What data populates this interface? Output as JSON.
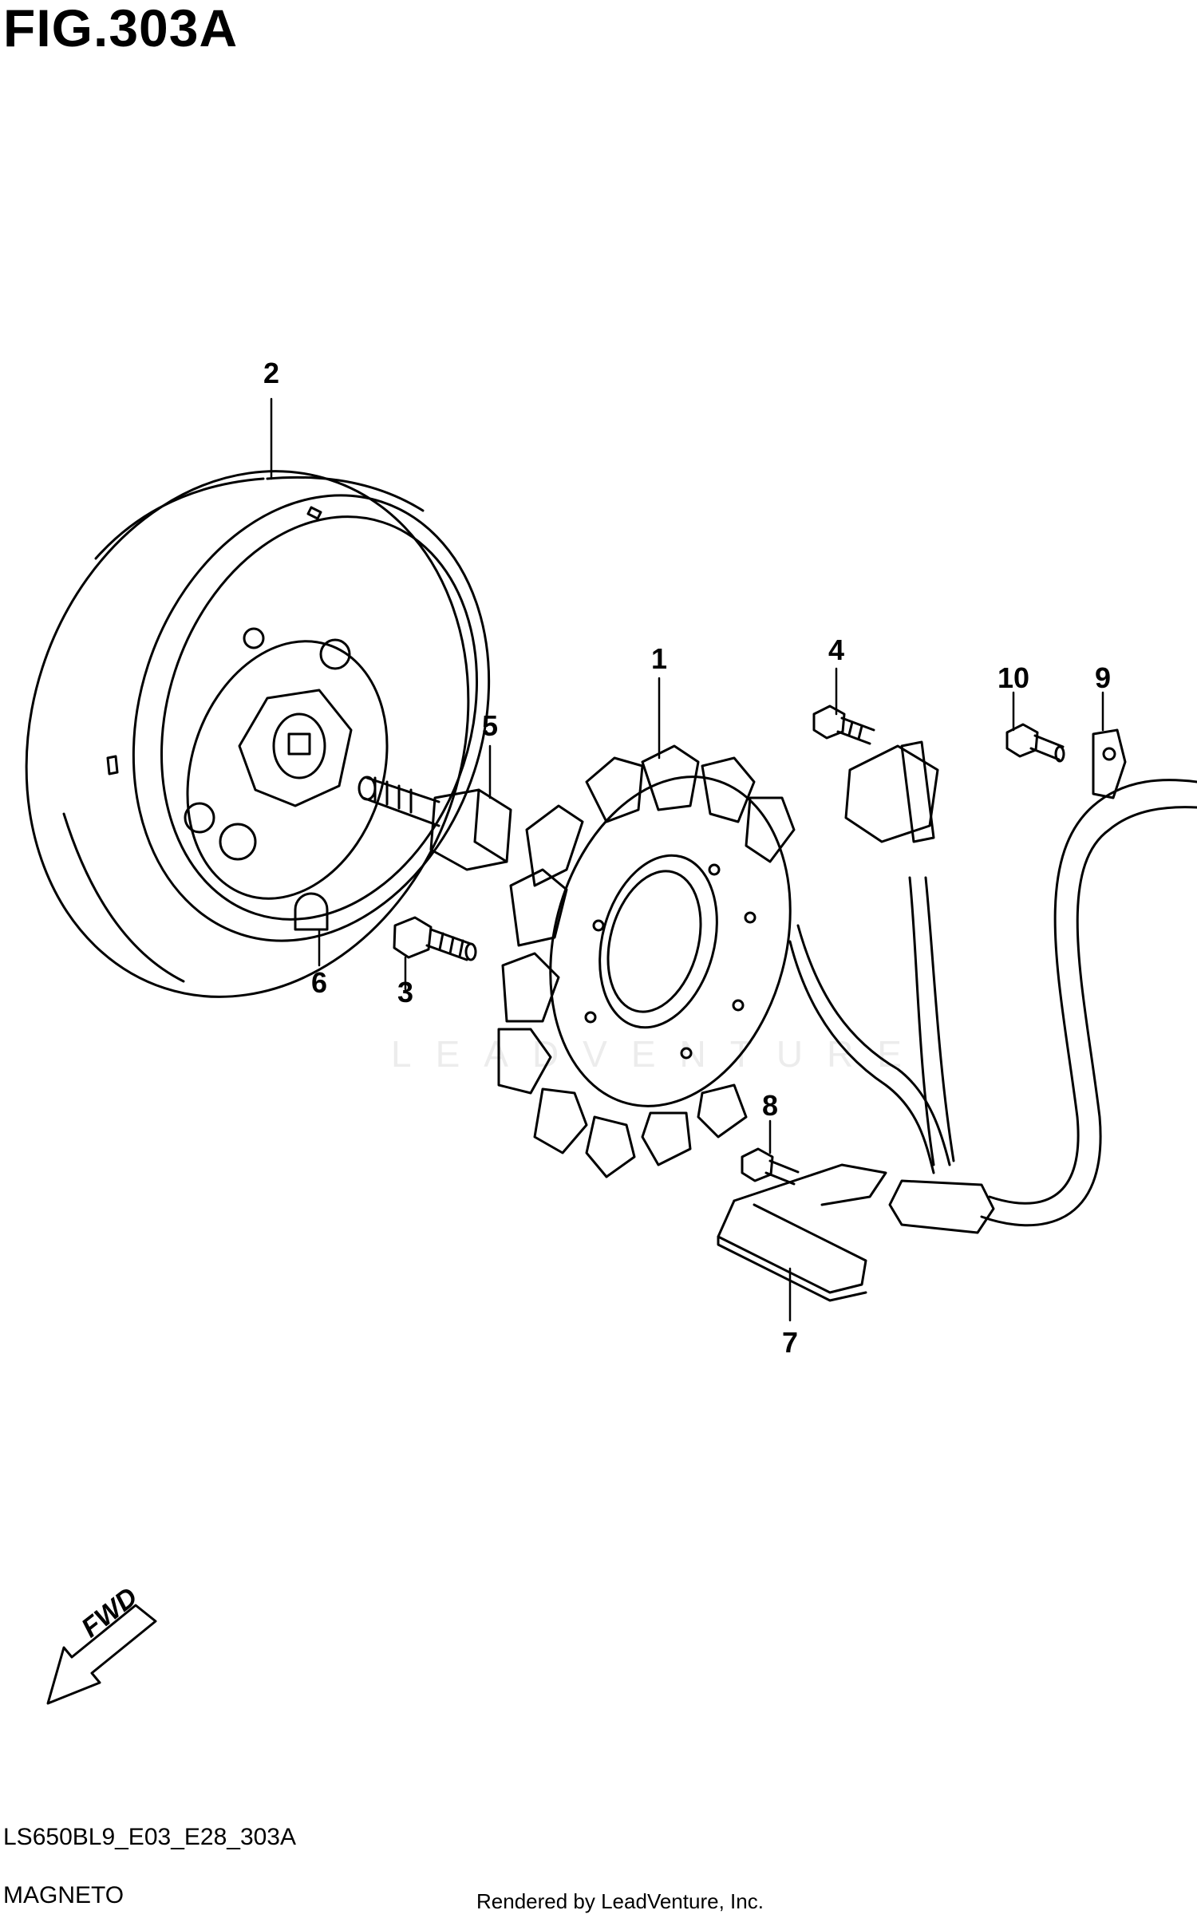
{
  "figure": {
    "title": "FIG.303A",
    "code": "LS650BL9_E03_E28_303A",
    "name": "MAGNETO",
    "credit": "Rendered by LeadVenture, Inc.",
    "watermark": "LEADVENTURE",
    "direction_label": "FWD"
  },
  "callouts": [
    {
      "id": "1",
      "label": "1"
    },
    {
      "id": "2",
      "label": "2"
    },
    {
      "id": "3",
      "label": "3"
    },
    {
      "id": "4",
      "label": "4"
    },
    {
      "id": "5",
      "label": "5"
    },
    {
      "id": "6",
      "label": "6"
    },
    {
      "id": "7",
      "label": "7"
    },
    {
      "id": "8",
      "label": "8"
    },
    {
      "id": "9",
      "label": "9"
    },
    {
      "id": "10",
      "label": "10"
    }
  ]
}
